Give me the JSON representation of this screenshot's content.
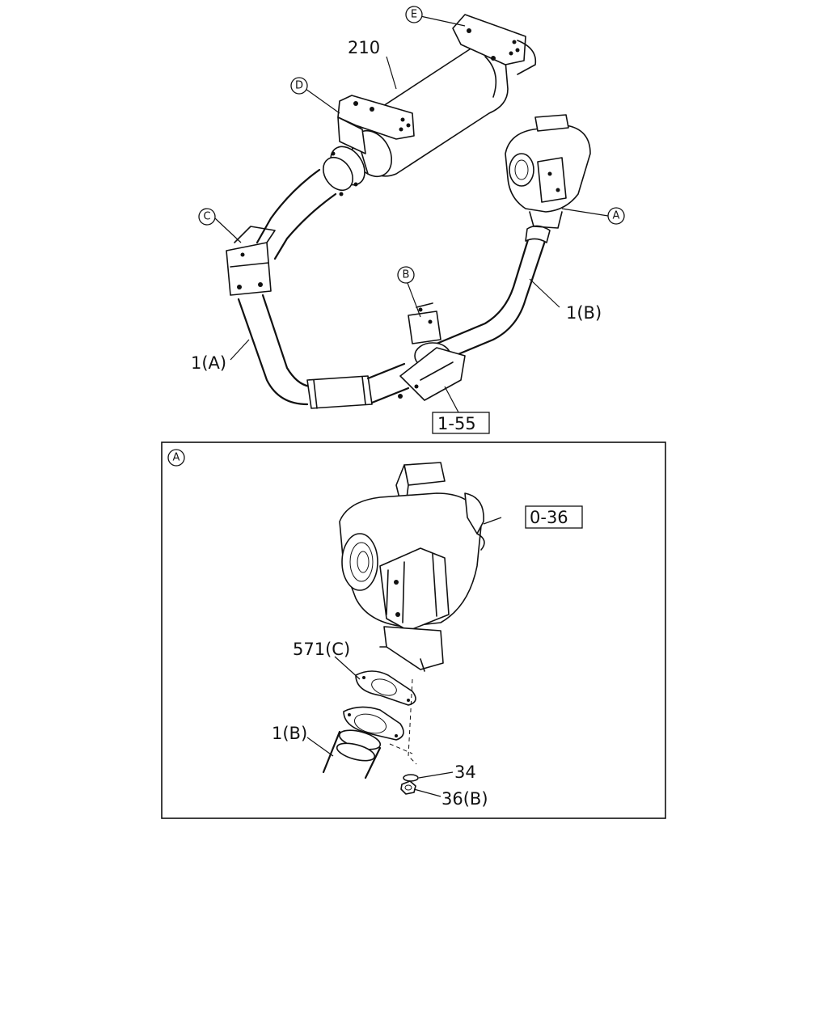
{
  "labels": {
    "part_210": "210",
    "part_1a": "1(A)",
    "part_1b_top": "1(B)",
    "ref_1_55": "1-55",
    "ref_0_36": "0-36",
    "part_571c": "571(C)",
    "part_1b_detail": "1(B)",
    "part_34": "34",
    "part_36b": "36(B)"
  },
  "callouts": {
    "a": "A",
    "b": "B",
    "c": "C",
    "d": "D",
    "e": "E",
    "detail": "A"
  }
}
